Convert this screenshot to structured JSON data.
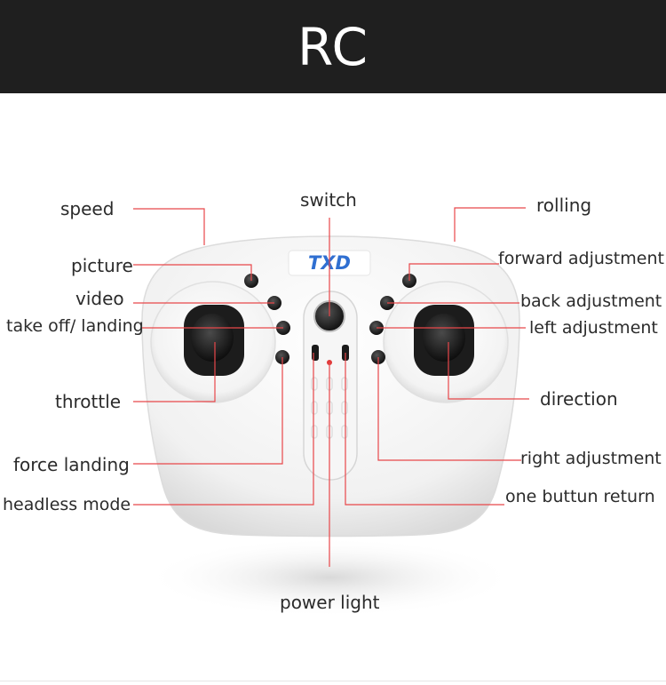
{
  "header": {
    "title": "RC"
  },
  "controller": {
    "brand": "TXD"
  },
  "labels": {
    "speed": "speed",
    "switch": "switch",
    "rolling": "rolling",
    "picture": "picture",
    "forward_adjustment": "forward adjustment",
    "video": "video",
    "back_adjustment": "back adjustment",
    "take_off_landing": "take off/ landing",
    "left_adjustment": "left adjustment",
    "throttle": "throttle",
    "direction": "direction",
    "force_landing": "force landing",
    "right_adjustment": "right adjustment",
    "headless_mode": "headless mode",
    "one_button_return": "one buttun return",
    "power_light": "power light"
  },
  "colors": {
    "header_bg": "#1f1f1f",
    "leader_line": "#e8474a",
    "controller_body": "#f2f2f2",
    "button": "#1a1a1a",
    "brand_blue": "#2f6fd1"
  }
}
